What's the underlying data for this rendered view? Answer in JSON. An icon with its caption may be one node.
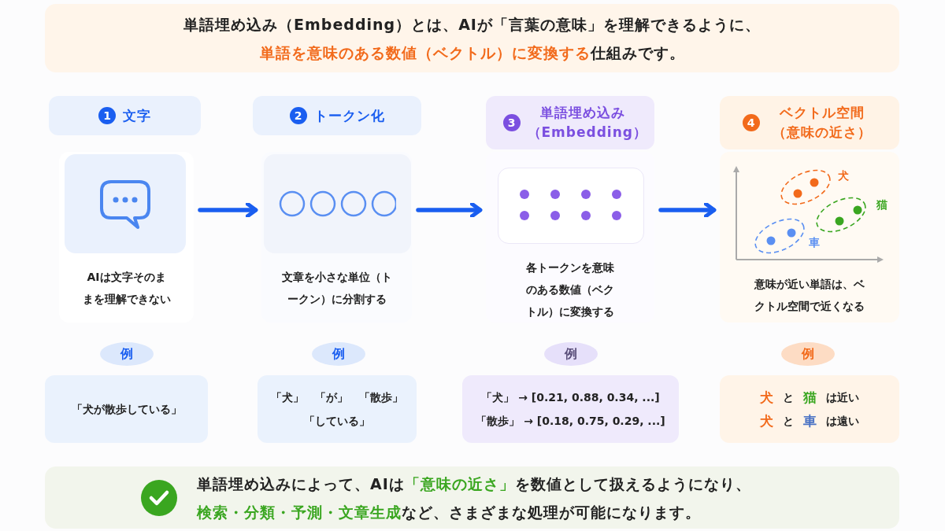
{
  "diagram": {
    "nodes": [
      {
        "text": [
          "単語埋め込み（Embedding）とは、AIが「言葉の意味」を理解できるように、",
          "単語を意味のある数値（ベクトル）に変換する",
          "仕組みです。"
        ]
      },
      {
        "text": [
          "1",
          "文字"
        ]
      },
      {
        "text": [
          "2",
          "トークン化"
        ]
      },
      {
        "text": [
          "3",
          "単語埋め込み（Embedding）"
        ]
      },
      {
        "text": [
          "4",
          "ベクトル空間（意味の近さ）"
        ]
      },
      {
        "text": [
          "AIは文字そのままを理解できない"
        ]
      },
      {
        "text": [
          "文章を小さな単位（トークン）に分割する"
        ]
      },
      {
        "text": [
          "各トークンを意味のある数値（ベクトル）に変換する"
        ]
      },
      {
        "text": [
          "犬",
          "猫",
          "車",
          "意味が近い単語は、ベクトル空間で近くなる"
        ]
      },
      {
        "text": [
          "例"
        ]
      },
      {
        "text": [
          "例"
        ]
      },
      {
        "text": [
          "例"
        ]
      },
      {
        "text": [
          "例"
        ]
      },
      {
        "text": [
          "「犬が散歩している」"
        ]
      },
      {
        "text": [
          "「犬」",
          "「が」",
          "「散歩」",
          "「している」"
        ]
      },
      {
        "text": [
          "「犬」 → [0.21, 0.88, 0.34, ...]",
          "「散歩」 → [0.18, 0.75, 0.29, ...]"
        ]
      },
      {
        "text": [
          "犬",
          "と",
          "猫",
          "は近い",
          "犬",
          "と",
          "車",
          "は遠い"
        ]
      },
      {
        "text": [
          "単語埋め込みによって、AIは",
          "「意味の近さ」",
          "を数値として扱えるようになり、",
          "検索・分類・予測・文章生成",
          "など、さまざまな処理が可能になります。"
        ]
      }
    ],
    "edges": [
      {
        "from": 5,
        "to": 6,
        "arrow": "to"
      },
      {
        "from": 6,
        "to": 7,
        "arrow": "to"
      },
      {
        "from": 7,
        "to": 8,
        "arrow": "to"
      }
    ]
  }
}
